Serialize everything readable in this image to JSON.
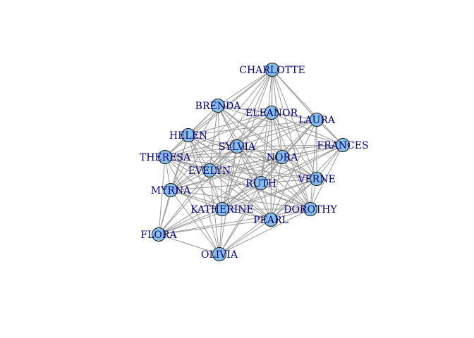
{
  "graph": {
    "type": "network",
    "colors": {
      "edge": "#9a9a9a",
      "node_fill": "#87bfe6",
      "node_stroke": "#1a1a1a",
      "label": "#000080",
      "background": "#ffffff"
    },
    "nodes": [
      {
        "id": "CHARLOTTE",
        "label": "CHARLOTTE"
      },
      {
        "id": "BRENDA",
        "label": "BRENDA"
      },
      {
        "id": "ELEANOR",
        "label": "ELEANOR"
      },
      {
        "id": "LAURA",
        "label": "LAURA"
      },
      {
        "id": "HELEN",
        "label": "HELEN"
      },
      {
        "id": "SYLVIA",
        "label": "SYLVIA"
      },
      {
        "id": "FRANCES",
        "label": "FRANCES"
      },
      {
        "id": "THERESA",
        "label": "THERESA"
      },
      {
        "id": "NORA",
        "label": "NORA"
      },
      {
        "id": "EVELYN",
        "label": "EVELYN"
      },
      {
        "id": "VERNE",
        "label": "VERNE"
      },
      {
        "id": "RUTH",
        "label": "RUTH"
      },
      {
        "id": "MYRNA",
        "label": "MYRNA"
      },
      {
        "id": "KATHERINE",
        "label": "KATHERINE"
      },
      {
        "id": "DOROTHY",
        "label": "DOROTHY"
      },
      {
        "id": "PEARL",
        "label": "PEARL"
      },
      {
        "id": "FLORA",
        "label": "FLORA"
      },
      {
        "id": "OLIVIA",
        "label": "OLIVIA"
      }
    ],
    "edges": [
      [
        "CHARLOTTE",
        "BRENDA"
      ],
      [
        "CHARLOTTE",
        "ELEANOR"
      ],
      [
        "CHARLOTTE",
        "LAURA"
      ],
      [
        "CHARLOTTE",
        "HELEN"
      ],
      [
        "CHARLOTTE",
        "SYLVIA"
      ],
      [
        "CHARLOTTE",
        "FRANCES"
      ],
      [
        "CHARLOTTE",
        "THERESA"
      ],
      [
        "CHARLOTTE",
        "NORA"
      ],
      [
        "CHARLOTTE",
        "EVELYN"
      ],
      [
        "CHARLOTTE",
        "VERNE"
      ],
      [
        "CHARLOTTE",
        "RUTH"
      ],
      [
        "CHARLOTTE",
        "KATHERINE"
      ],
      [
        "CHARLOTTE",
        "PEARL"
      ],
      [
        "CHARLOTTE",
        "DOROTHY"
      ],
      [
        "CHARLOTTE",
        "MYRNA"
      ],
      [
        "BRENDA",
        "ELEANOR"
      ],
      [
        "BRENDA",
        "LAURA"
      ],
      [
        "BRENDA",
        "HELEN"
      ],
      [
        "BRENDA",
        "SYLVIA"
      ],
      [
        "BRENDA",
        "FRANCES"
      ],
      [
        "BRENDA",
        "THERESA"
      ],
      [
        "BRENDA",
        "NORA"
      ],
      [
        "BRENDA",
        "EVELYN"
      ],
      [
        "BRENDA",
        "VERNE"
      ],
      [
        "BRENDA",
        "RUTH"
      ],
      [
        "BRENDA",
        "MYRNA"
      ],
      [
        "BRENDA",
        "KATHERINE"
      ],
      [
        "BRENDA",
        "DOROTHY"
      ],
      [
        "BRENDA",
        "PEARL"
      ],
      [
        "ELEANOR",
        "LAURA"
      ],
      [
        "ELEANOR",
        "HELEN"
      ],
      [
        "ELEANOR",
        "SYLVIA"
      ],
      [
        "ELEANOR",
        "FRANCES"
      ],
      [
        "ELEANOR",
        "THERESA"
      ],
      [
        "ELEANOR",
        "NORA"
      ],
      [
        "ELEANOR",
        "EVELYN"
      ],
      [
        "ELEANOR",
        "VERNE"
      ],
      [
        "ELEANOR",
        "RUTH"
      ],
      [
        "ELEANOR",
        "MYRNA"
      ],
      [
        "ELEANOR",
        "KATHERINE"
      ],
      [
        "ELEANOR",
        "DOROTHY"
      ],
      [
        "ELEANOR",
        "PEARL"
      ],
      [
        "LAURA",
        "HELEN"
      ],
      [
        "LAURA",
        "SYLVIA"
      ],
      [
        "LAURA",
        "FRANCES"
      ],
      [
        "LAURA",
        "THERESA"
      ],
      [
        "LAURA",
        "NORA"
      ],
      [
        "LAURA",
        "EVELYN"
      ],
      [
        "LAURA",
        "VERNE"
      ],
      [
        "LAURA",
        "RUTH"
      ],
      [
        "LAURA",
        "DOROTHY"
      ],
      [
        "LAURA",
        "PEARL"
      ],
      [
        "LAURA",
        "KATHERINE"
      ],
      [
        "HELEN",
        "SYLVIA"
      ],
      [
        "HELEN",
        "THERESA"
      ],
      [
        "HELEN",
        "NORA"
      ],
      [
        "HELEN",
        "EVELYN"
      ],
      [
        "HELEN",
        "RUTH"
      ],
      [
        "HELEN",
        "MYRNA"
      ],
      [
        "HELEN",
        "KATHERINE"
      ],
      [
        "HELEN",
        "FLORA"
      ],
      [
        "HELEN",
        "OLIVIA"
      ],
      [
        "HELEN",
        "VERNE"
      ],
      [
        "HELEN",
        "PEARL"
      ],
      [
        "HELEN",
        "DOROTHY"
      ],
      [
        "SYLVIA",
        "FRANCES"
      ],
      [
        "SYLVIA",
        "THERESA"
      ],
      [
        "SYLVIA",
        "NORA"
      ],
      [
        "SYLVIA",
        "EVELYN"
      ],
      [
        "SYLVIA",
        "VERNE"
      ],
      [
        "SYLVIA",
        "RUTH"
      ],
      [
        "SYLVIA",
        "MYRNA"
      ],
      [
        "SYLVIA",
        "KATHERINE"
      ],
      [
        "SYLVIA",
        "DOROTHY"
      ],
      [
        "SYLVIA",
        "PEARL"
      ],
      [
        "SYLVIA",
        "FLORA"
      ],
      [
        "SYLVIA",
        "OLIVIA"
      ],
      [
        "FRANCES",
        "NORA"
      ],
      [
        "FRANCES",
        "EVELYN"
      ],
      [
        "FRANCES",
        "VERNE"
      ],
      [
        "FRANCES",
        "RUTH"
      ],
      [
        "FRANCES",
        "DOROTHY"
      ],
      [
        "FRANCES",
        "PEARL"
      ],
      [
        "FRANCES",
        "THERESA"
      ],
      [
        "FRANCES",
        "KATHERINE"
      ],
      [
        "FRANCES",
        "MYRNA"
      ],
      [
        "THERESA",
        "NORA"
      ],
      [
        "THERESA",
        "EVELYN"
      ],
      [
        "THERESA",
        "VERNE"
      ],
      [
        "THERESA",
        "RUTH"
      ],
      [
        "THERESA",
        "MYRNA"
      ],
      [
        "THERESA",
        "KATHERINE"
      ],
      [
        "THERESA",
        "DOROTHY"
      ],
      [
        "THERESA",
        "PEARL"
      ],
      [
        "THERESA",
        "FLORA"
      ],
      [
        "THERESA",
        "OLIVIA"
      ],
      [
        "NORA",
        "EVELYN"
      ],
      [
        "NORA",
        "VERNE"
      ],
      [
        "NORA",
        "RUTH"
      ],
      [
        "NORA",
        "MYRNA"
      ],
      [
        "NORA",
        "KATHERINE"
      ],
      [
        "NORA",
        "DOROTHY"
      ],
      [
        "NORA",
        "PEARL"
      ],
      [
        "NORA",
        "FLORA"
      ],
      [
        "NORA",
        "OLIVIA"
      ],
      [
        "EVELYN",
        "VERNE"
      ],
      [
        "EVELYN",
        "RUTH"
      ],
      [
        "EVELYN",
        "MYRNA"
      ],
      [
        "EVELYN",
        "KATHERINE"
      ],
      [
        "EVELYN",
        "DOROTHY"
      ],
      [
        "EVELYN",
        "PEARL"
      ],
      [
        "EVELYN",
        "FLORA"
      ],
      [
        "EVELYN",
        "OLIVIA"
      ],
      [
        "VERNE",
        "RUTH"
      ],
      [
        "VERNE",
        "MYRNA"
      ],
      [
        "VERNE",
        "KATHERINE"
      ],
      [
        "VERNE",
        "DOROTHY"
      ],
      [
        "VERNE",
        "PEARL"
      ],
      [
        "VERNE",
        "FLORA"
      ],
      [
        "VERNE",
        "OLIVIA"
      ],
      [
        "RUTH",
        "MYRNA"
      ],
      [
        "RUTH",
        "KATHERINE"
      ],
      [
        "RUTH",
        "DOROTHY"
      ],
      [
        "RUTH",
        "PEARL"
      ],
      [
        "RUTH",
        "FLORA"
      ],
      [
        "RUTH",
        "OLIVIA"
      ],
      [
        "MYRNA",
        "KATHERINE"
      ],
      [
        "MYRNA",
        "DOROTHY"
      ],
      [
        "MYRNA",
        "PEARL"
      ],
      [
        "MYRNA",
        "FLORA"
      ],
      [
        "MYRNA",
        "OLIVIA"
      ],
      [
        "KATHERINE",
        "DOROTHY"
      ],
      [
        "KATHERINE",
        "PEARL"
      ],
      [
        "KATHERINE",
        "FLORA"
      ],
      [
        "KATHERINE",
        "OLIVIA"
      ],
      [
        "DOROTHY",
        "PEARL"
      ],
      [
        "DOROTHY",
        "FLORA"
      ],
      [
        "DOROTHY",
        "OLIVIA"
      ],
      [
        "PEARL",
        "FLORA"
      ],
      [
        "PEARL",
        "OLIVIA"
      ],
      [
        "FLORA",
        "OLIVIA"
      ]
    ]
  }
}
